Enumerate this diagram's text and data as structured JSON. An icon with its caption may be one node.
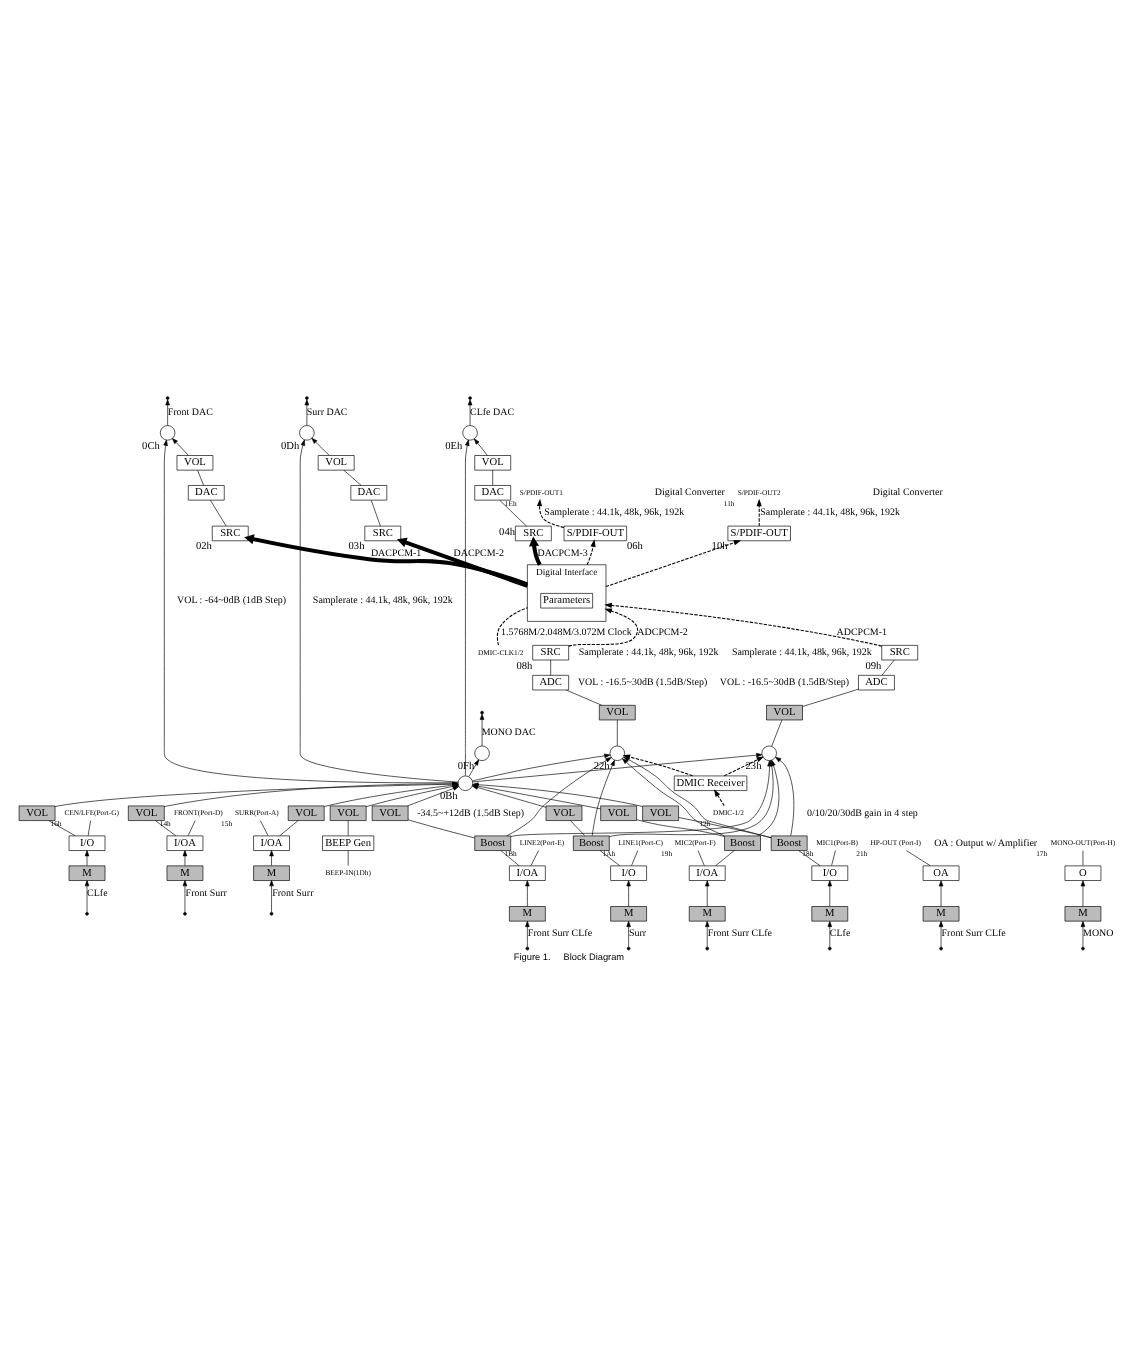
{
  "diagram": {
    "caption": "Figure 1.     Block Diagram",
    "nodes": [
      {
        "text": [
          "Digital Interface"
        ]
      },
      {
        "text": [
          "Parameters"
        ],
        "in": 0
      },
      {
        "text": [
          "SRC"
        ],
        "beside": [
          "02h"
        ]
      },
      {
        "text": [
          "DAC"
        ]
      },
      {
        "text": [
          "VOL"
        ]
      },
      {
        "text": [
          "SRC"
        ],
        "beside": [
          "03h"
        ]
      },
      {
        "text": [
          "DAC"
        ]
      },
      {
        "text": [
          "VOL"
        ]
      },
      {
        "text": [
          "SRC"
        ],
        "beside": [
          "04h"
        ]
      },
      {
        "text": [
          "DAC"
        ]
      },
      {
        "text": [
          "VOL"
        ]
      },
      {
        "text": [],
        "shape": "circle",
        "beside": [
          "0Ch"
        ]
      },
      {
        "text": [],
        "shape": "circle",
        "beside": [
          "0Dh"
        ]
      },
      {
        "text": [],
        "shape": "circle",
        "beside": [
          "0Eh"
        ]
      },
      {
        "text": [],
        "shape": "circle",
        "beside": [
          "0Fh"
        ]
      },
      {
        "text": [],
        "shape": "circle",
        "beside": [
          "0Bh"
        ]
      },
      {
        "text": [
          "VOL"
        ]
      },
      {
        "text": [
          "VOL"
        ]
      },
      {
        "text": [
          "VOL"
        ]
      },
      {
        "text": [
          "VOL"
        ]
      },
      {
        "text": [
          "VOL"
        ]
      },
      {
        "text": [
          "VOL"
        ]
      },
      {
        "text": [
          "VOL"
        ]
      },
      {
        "text": [
          "VOL"
        ]
      },
      {
        "text": [],
        "shape": "circle",
        "beside": [
          "22h"
        ]
      },
      {
        "text": [],
        "shape": "circle",
        "beside": [
          "23h"
        ]
      },
      {
        "text": [
          "VOL"
        ]
      },
      {
        "text": [
          "ADC"
        ]
      },
      {
        "text": [
          "SRC"
        ],
        "beside": [
          "08h"
        ]
      },
      {
        "text": [
          "VOL"
        ]
      },
      {
        "text": [
          "ADC"
        ]
      },
      {
        "text": [
          "SRC"
        ],
        "beside": [
          "09h"
        ]
      },
      {
        "text": [
          "OA"
        ]
      },
      {
        "text": [
          "HP-OUT (Port-I)"
        ],
        "beside": [
          "21h"
        ]
      },
      {
        "text": [
          "O"
        ]
      },
      {
        "text": [
          "MONO-OUT(Port-H)"
        ],
        "beside": [
          "17h"
        ]
      },
      {
        "text": [
          "I/O"
        ]
      },
      {
        "text": [
          "CEN/LFE(Port-G)"
        ],
        "beside": [
          "16h"
        ]
      },
      {
        "text": [
          "I/OA"
        ]
      },
      {
        "text": [
          "SURR(Port-A)"
        ],
        "beside": [
          "15h"
        ]
      },
      {
        "text": [
          "I/OA"
        ]
      },
      {
        "text": [
          "FRONT(Port-D)"
        ],
        "beside": [
          "14h"
        ]
      },
      {
        "text": [
          "BEEP Gen"
        ]
      },
      {
        "text": [
          "BEEP-IN(1Dh)"
        ]
      },
      {
        "text": [
          "I/OA"
        ]
      },
      {
        "text": [
          "LINE2(Port-E)"
        ],
        "beside": [
          "1Bh"
        ]
      },
      {
        "text": [
          "Boost"
        ]
      },
      {
        "text": [
          "I/O"
        ]
      },
      {
        "text": [
          "LINE1(Port-C)"
        ],
        "beside": [
          "1Ah"
        ]
      },
      {
        "text": [
          "Boost"
        ]
      },
      {
        "text": [
          "I/OA"
        ]
      },
      {
        "text": [
          "MIC2(Port-F)"
        ],
        "beside": [
          "19h"
        ]
      },
      {
        "text": [
          "Boost"
        ]
      },
      {
        "text": [
          "I/O"
        ]
      },
      {
        "text": [
          "MIC1(Port-B)"
        ],
        "beside": [
          "18h"
        ]
      },
      {
        "text": [
          "Boost"
        ]
      },
      {
        "text": [
          "DMIC Receiver"
        ]
      },
      {
        "text": [
          "DMIC-1/2"
        ],
        "beside": [
          "12h"
        ]
      },
      {
        "text": [
          "DMIC-CLK1/2"
        ]
      },
      {
        "text": [
          "S/PDIF-OUT"
        ],
        "beside": [
          "06h"
        ]
      },
      {
        "text": [
          "S/PDIF-OUT1"
        ],
        "beside": [
          "1Eh"
        ]
      },
      {
        "text": [
          "S/PDIF-OUT"
        ],
        "beside": [
          "10h"
        ]
      },
      {
        "text": [
          "S/PDIF-OUT2"
        ],
        "beside": [
          "11h"
        ]
      },
      {
        "text": [
          "M"
        ]
      },
      {
        "text": [
          "M"
        ]
      },
      {
        "text": [
          "M"
        ]
      },
      {
        "text": [
          "M"
        ]
      },
      {
        "text": [
          "M"
        ]
      },
      {
        "text": [
          "M"
        ]
      },
      {
        "text": [
          "M"
        ]
      },
      {
        "text": [
          "M"
        ]
      },
      {
        "text": [
          "M"
        ]
      }
    ],
    "edges": [
      {
        "from": 0,
        "to": 8,
        "arrow": "to",
        "label": "DACPCM-3",
        "style": "thick"
      },
      {
        "from": 0,
        "to": 5,
        "arrow": "to",
        "label": "DACPCM-2",
        "style": "thick"
      },
      {
        "from": 0,
        "to": 2,
        "arrow": "to",
        "label": "DACPCM-1",
        "style": "thick"
      },
      {
        "from": 2,
        "to": 3,
        "arrow": "none"
      },
      {
        "from": 3,
        "to": 4,
        "arrow": "none"
      },
      {
        "from": 5,
        "to": 6,
        "arrow": "none"
      },
      {
        "from": 6,
        "to": 7,
        "arrow": "none"
      },
      {
        "from": 8,
        "to": 9,
        "arrow": "none"
      },
      {
        "from": 9,
        "to": 10,
        "arrow": "none"
      },
      {
        "from": 4,
        "to": 11,
        "arrow": "to"
      },
      {
        "from": 7,
        "to": 12,
        "arrow": "to"
      },
      {
        "from": 10,
        "to": 13,
        "arrow": "to"
      },
      {
        "from": 15,
        "to": 11,
        "arrow": "to"
      },
      {
        "from": 15,
        "to": 12,
        "arrow": "to"
      },
      {
        "from": 15,
        "to": 13,
        "arrow": "to"
      },
      {
        "from": 15,
        "to": 14,
        "arrow": "to"
      },
      {
        "from": 11,
        "to": null,
        "arrow": "to",
        "label": "Front DAC"
      },
      {
        "from": 12,
        "to": null,
        "arrow": "to",
        "label": "Surr DAC"
      },
      {
        "from": 13,
        "to": null,
        "arrow": "to",
        "label": "CLfe DAC"
      },
      {
        "from": 14,
        "to": null,
        "arrow": "to",
        "label": "MONO DAC"
      },
      {
        "from": 36,
        "to": 16,
        "arrow": "none"
      },
      {
        "from": 38,
        "to": 17,
        "arrow": "none"
      },
      {
        "from": 40,
        "to": 18,
        "arrow": "none"
      },
      {
        "from": 42,
        "to": 19,
        "arrow": "none"
      },
      {
        "from": 46,
        "to": 20,
        "arrow": "none"
      },
      {
        "from": 49,
        "to": 21,
        "arrow": "none"
      },
      {
        "from": 52,
        "to": 22,
        "arrow": "none"
      },
      {
        "from": 55,
        "to": 23,
        "arrow": "none"
      },
      {
        "from": 16,
        "to": 15,
        "arrow": "to"
      },
      {
        "from": 17,
        "to": 15,
        "arrow": "to"
      },
      {
        "from": 18,
        "to": 15,
        "arrow": "to"
      },
      {
        "from": 19,
        "to": 15,
        "arrow": "to"
      },
      {
        "from": 20,
        "to": 15,
        "arrow": "to"
      },
      {
        "from": 21,
        "to": 15,
        "arrow": "to"
      },
      {
        "from": 22,
        "to": 15,
        "arrow": "to"
      },
      {
        "from": 23,
        "to": 15,
        "arrow": "to"
      },
      {
        "from": 15,
        "to": 24,
        "arrow": "to"
      },
      {
        "from": 46,
        "to": 24,
        "arrow": "to"
      },
      {
        "from": 49,
        "to": 24,
        "arrow": "to"
      },
      {
        "from": 52,
        "to": 24,
        "arrow": "to"
      },
      {
        "from": 55,
        "to": 24,
        "arrow": "to"
      },
      {
        "from": 56,
        "to": 24,
        "arrow": "to",
        "style": "dashed"
      },
      {
        "from": 15,
        "to": 25,
        "arrow": "to"
      },
      {
        "from": 46,
        "to": 25,
        "arrow": "to"
      },
      {
        "from": 49,
        "to": 25,
        "arrow": "to"
      },
      {
        "from": 52,
        "to": 25,
        "arrow": "to"
      },
      {
        "from": 55,
        "to": 25,
        "arrow": "to"
      },
      {
        "from": 56,
        "to": 25,
        "arrow": "to",
        "style": "dashed"
      },
      {
        "from": 24,
        "to": 26,
        "arrow": "none"
      },
      {
        "from": 26,
        "to": 27,
        "arrow": "none"
      },
      {
        "from": 27,
        "to": 28,
        "arrow": "none"
      },
      {
        "from": 28,
        "to": 0,
        "arrow": "to",
        "label": "ADCPCM-2",
        "style": "dashed"
      },
      {
        "from": 25,
        "to": 29,
        "arrow": "none"
      },
      {
        "from": 29,
        "to": 30,
        "arrow": "none"
      },
      {
        "from": 30,
        "to": 31,
        "arrow": "none"
      },
      {
        "from": 31,
        "to": 0,
        "arrow": "to",
        "label": "ADCPCM-1",
        "style": "dashed"
      },
      {
        "from": null,
        "to": 63,
        "arrow": "to",
        "label": "Front Surr CLfe"
      },
      {
        "from": 63,
        "to": 32,
        "arrow": "to"
      },
      {
        "from": 32,
        "to": 33,
        "arrow": "none"
      },
      {
        "from": null,
        "to": 64,
        "arrow": "to",
        "label": "MONO"
      },
      {
        "from": 64,
        "to": 34,
        "arrow": "to"
      },
      {
        "from": 34,
        "to": 35,
        "arrow": "none"
      },
      {
        "from": null,
        "to": 65,
        "arrow": "to",
        "label": "CLfe"
      },
      {
        "from": 65,
        "to": 36,
        "arrow": "to"
      },
      {
        "from": 36,
        "to": 37,
        "arrow": "none"
      },
      {
        "from": null,
        "to": 66,
        "arrow": "to",
        "label": "Front Surr"
      },
      {
        "from": 66,
        "to": 38,
        "arrow": "to"
      },
      {
        "from": 38,
        "to": 39,
        "arrow": "none"
      },
      {
        "from": null,
        "to": 67,
        "arrow": "to",
        "label": "Front Surr"
      },
      {
        "from": 67,
        "to": 40,
        "arrow": "to"
      },
      {
        "from": 40,
        "to": 41,
        "arrow": "none"
      },
      {
        "from": 43,
        "to": 42,
        "arrow": "none"
      },
      {
        "from": null,
        "to": 68,
        "arrow": "to",
        "label": "Front Surr CLfe"
      },
      {
        "from": 68,
        "to": 44,
        "arrow": "to"
      },
      {
        "from": 44,
        "to": 45,
        "arrow": "none"
      },
      {
        "from": 44,
        "to": 46,
        "arrow": "none"
      },
      {
        "from": null,
        "to": 69,
        "arrow": "to",
        "label": "Surr"
      },
      {
        "from": 69,
        "to": 47,
        "arrow": "to"
      },
      {
        "from": 47,
        "to": 48,
        "arrow": "none"
      },
      {
        "from": 47,
        "to": 49,
        "arrow": "none"
      },
      {
        "from": null,
        "to": 70,
        "arrow": "to",
        "label": "Front Surr CLfe"
      },
      {
        "from": 70,
        "to": 50,
        "arrow": "to"
      },
      {
        "from": 50,
        "to": 51,
        "arrow": "none"
      },
      {
        "from": 50,
        "to": 52,
        "arrow": "none"
      },
      {
        "from": null,
        "to": 71,
        "arrow": "to",
        "label": "CLfe"
      },
      {
        "from": 71,
        "to": 53,
        "arrow": "to"
      },
      {
        "from": 53,
        "to": 54,
        "arrow": "none"
      },
      {
        "from": 53,
        "to": 55,
        "arrow": "none"
      },
      {
        "from": 57,
        "to": 56,
        "arrow": "to",
        "style": "dashed"
      },
      {
        "from": 58,
        "to": 0,
        "arrow": "none",
        "label": "1.5768M/2.048M/3.072M Clock",
        "style": "dashed"
      },
      {
        "from": 0,
        "to": 59,
        "arrow": "to",
        "style": "dashed"
      },
      {
        "from": 59,
        "to": 60,
        "arrow": "to",
        "label": "Samplerate : 44.1k, 48k, 96k, 192k",
        "style": "dashed"
      },
      {
        "from": 0,
        "to": 61,
        "arrow": "to",
        "style": "dashed"
      },
      {
        "from": 61,
        "to": 62,
        "arrow": "to",
        "label": "Samplerate : 44.1k, 48k, 96k, 192k",
        "style": "dashed"
      }
    ],
    "labels": [
      "OA : Output w/ Amplifier",
      "0/10/20/30dB gain in 4 step",
      "-34.5~+12dB (1.5dB Step)",
      "VOL : -64~0dB (1dB Step)",
      "Samplerate : 44.1k, 48k, 96k, 192k",
      "VOL : -16.5~30dB (1.5dB/Step)",
      "Samplerate : 44.1k, 48k, 96k, 192k",
      "VOL : -16.5~30dB (1.5dB/Step)",
      "Samplerate : 44.1k, 48k, 96k, 192k",
      "Digital Converter",
      "Digital Converter"
    ]
  }
}
